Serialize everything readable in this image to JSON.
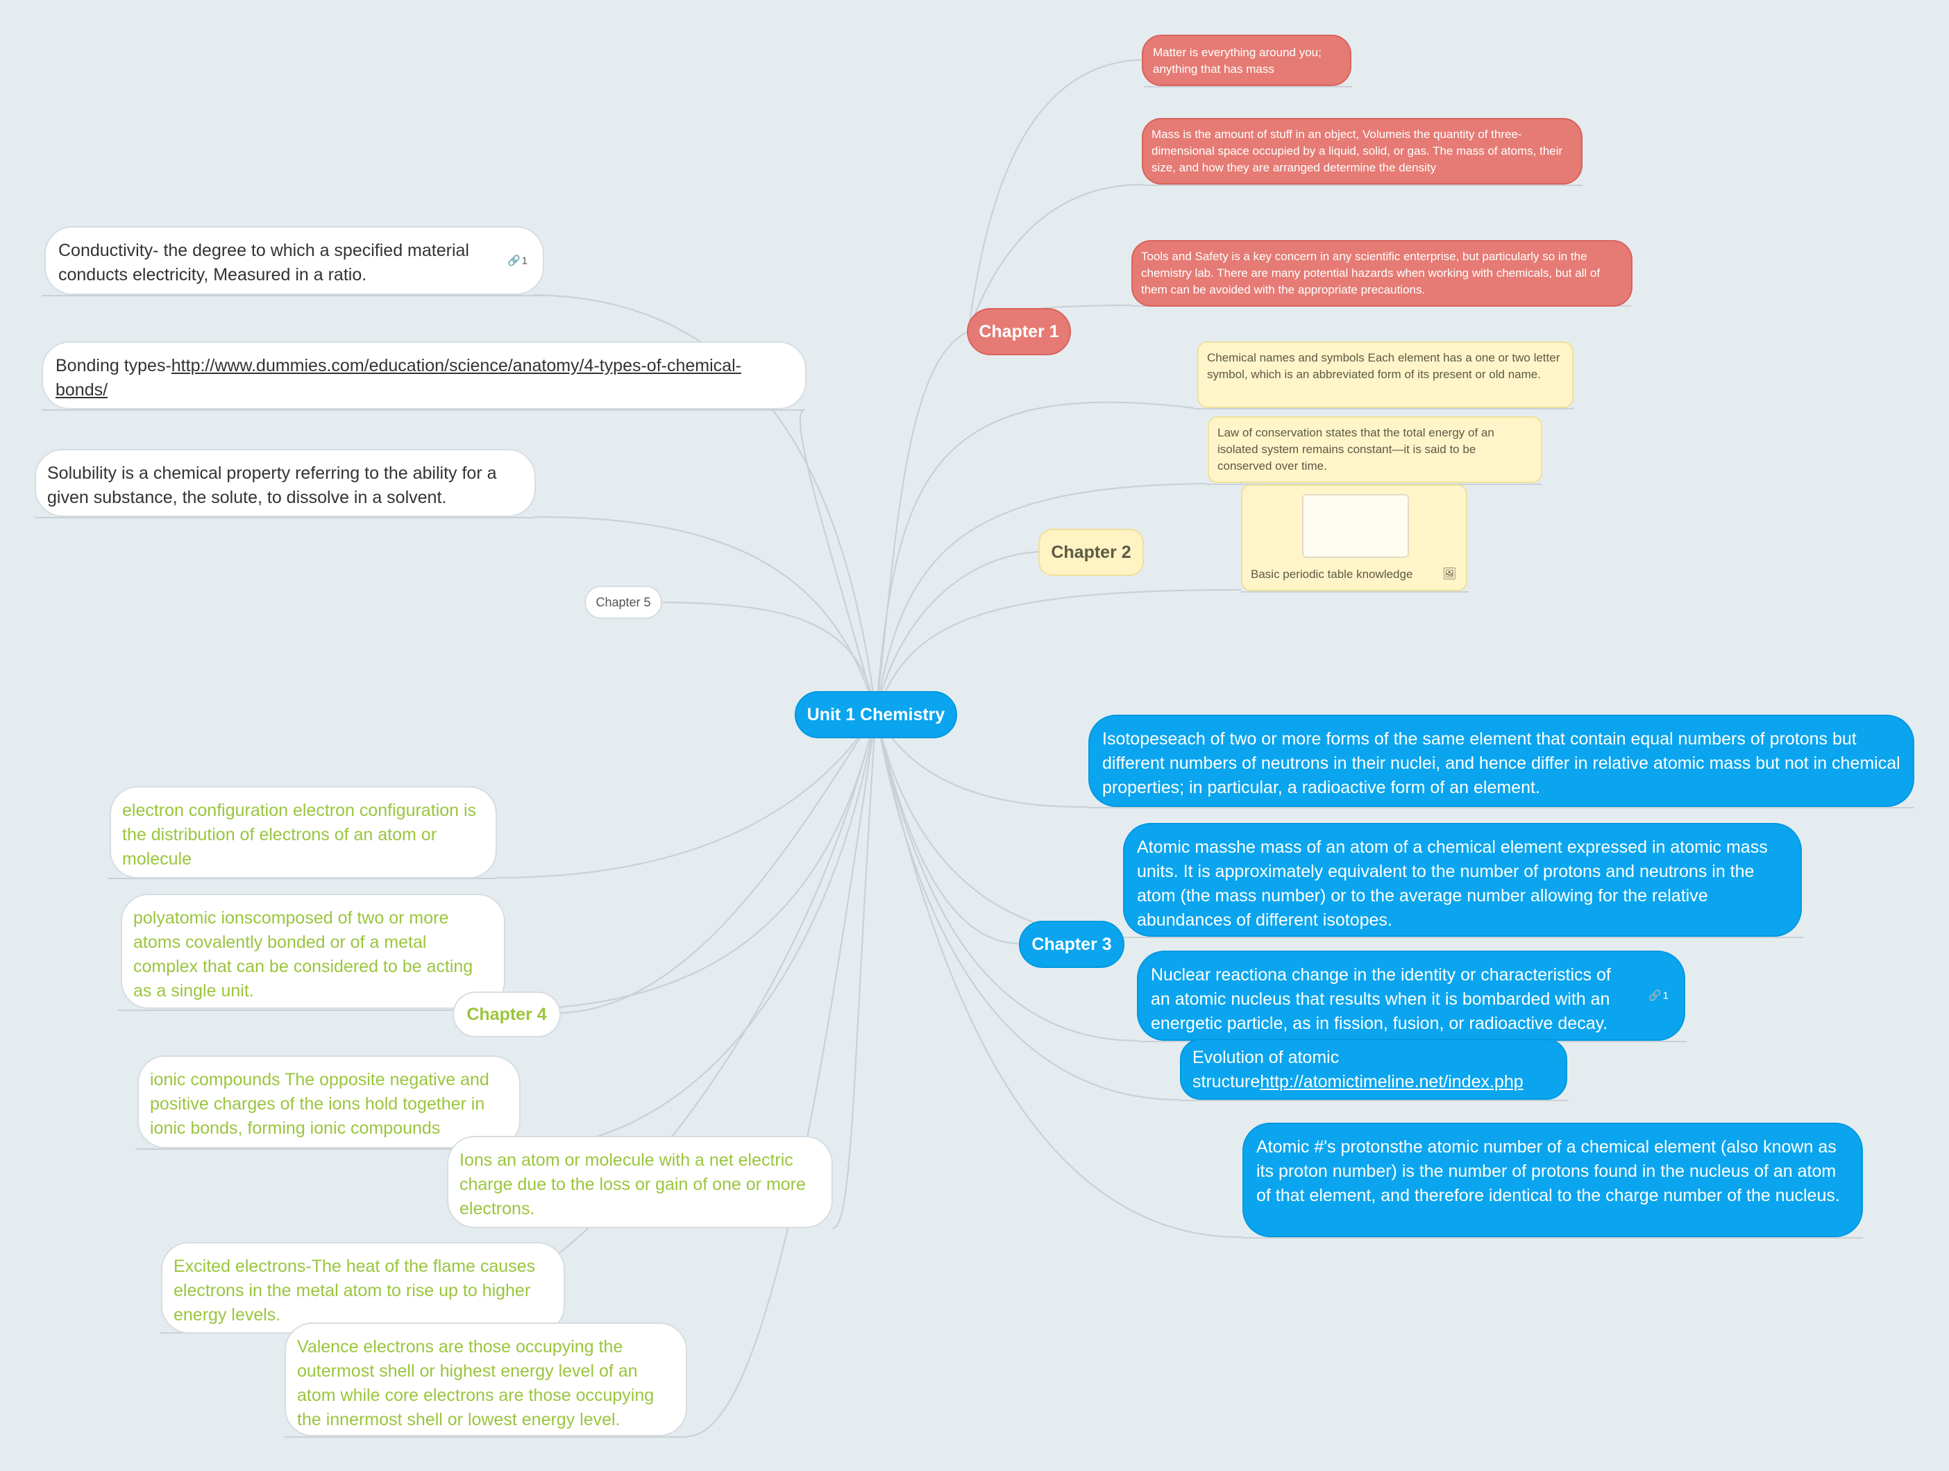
{
  "central": "Unit 1 Chemistry",
  "chapter1": {
    "label": "Chapter 1",
    "items": [
      "Matter is everything around you; anything that has mass",
      "Mass is the amount of stuff in an object, Volumeis the quantity of three-dimensional space occupied by a liquid, solid, or gas.  The mass of atoms, their size, and how they are arranged determine the density",
      "Tools and Safety is a key concern in any scientific enterprise, but particularly so in the chemistry lab. There are many potential hazards when working with chemicals, but all of them can be avoided with the appropriate precautions."
    ]
  },
  "chapter2": {
    "label": "Chapter 2",
    "items": [
      "Chemical names and symbols Each element has a one or two letter symbol, which is an abbreviated form of its present or old name.",
      "Law of conservation states that the total energy of an isolated system remains constant—it is said to be conserved over time."
    ],
    "image_caption": "Basic periodic table knowledge"
  },
  "chapter3": {
    "label": "Chapter 3",
    "isotopes": "Isotopeseach of two or more forms of the same element that contain equal numbers of protons but different numbers of neutrons in their nuclei, and hence differ in relative atomic mass but not in chemical properties; in particular, a radioactive form of an element.",
    "atomic_mass": "Atomic masshe mass of an atom of a chemical element expressed in atomic mass units. It is approximately equivalent to the number of protons and neutrons in the atom (the mass number) or to the average number allowing for the relative abundances of different isotopes.",
    "nuclear": "Nuclear reactiona change in the identity or characteristics of an atomic nucleus that results when it is bombarded with an energetic particle, as in fission, fusion, or radioactive decay.",
    "nuclear_badge": "1",
    "evolution_prefix": "Evolution of atomic structure",
    "evolution_link": "http://atomictimeline.net/index.php",
    "atomic_number": "Atomic #'s protonsthe atomic number of a chemical element (also known as its proton number) is the number of protons found in the nucleus of an atom of that element, and therefore identical to the charge number of the nucleus."
  },
  "chapter4": {
    "label": "Chapter 4",
    "electron_config": "electron configuration electron configuration is the distribution of electrons of an atom or molecule",
    "polyatomic": "polyatomic ionscomposed of two or more atoms covalently bonded or of a metal complex that can be considered to be acting as a single unit.",
    "ionic": "ionic compounds The opposite negative and positive charges of the ions hold together in ionic bonds, forming ionic compounds",
    "ions": "Ions an atom or molecule with a net electric charge due to the loss or gain of one or more electrons.",
    "excited": "Excited electrons-The heat of the flame causes electrons in the metal atom to rise up to higher energy levels.",
    "valence": "Valence electrons are those occupying the outermost shell or highest energy level of an atom while core electrons are those occupying the innermost shell or lowest energy level."
  },
  "chapter5": {
    "label": "Chapter 5",
    "conductivity": "Conductivity- the degree to which a specified material conducts electricity, Measured in a ratio.",
    "conductivity_badge": "1",
    "bonding_prefix": "Bonding types-",
    "bonding_link": "http://www.dummies.com/education/science/anatomy/4-types-of-chemical-bonds/",
    "solubility": "Solubility is a chemical property referring to the ability for a given substance, the solute, to dissolve in a solvent."
  },
  "colors": {
    "background": "#e5ecf0",
    "chapter1": "#e57b74",
    "chapter2": "#fff5c9",
    "chapter3": "#0aa5ee",
    "chapter4": "#9bc53d",
    "connector": "#c9d1d6"
  },
  "icons": [
    "link-icon",
    "image-icon"
  ]
}
